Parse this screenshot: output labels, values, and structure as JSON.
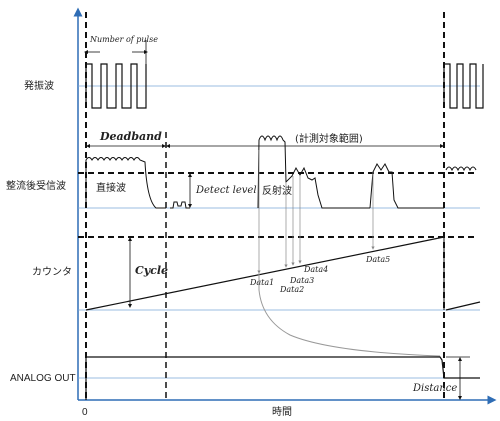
{
  "labels": {
    "oscillation": "発振波",
    "rectified": "整流後受信波",
    "counter": "カウンタ",
    "analog_out": "ANALOG OUT",
    "time_axis": "時間",
    "origin": "0"
  },
  "annotations": {
    "number_of_pulse": "Number of pulse",
    "deadband": "Deadband",
    "measurement_range": "(計測対象範囲)",
    "direct_wave": "直接波",
    "detect_level": "Detect level",
    "reflected_wave": "反射波",
    "cycle": "Cycle",
    "distance": "Distance"
  },
  "data_points": [
    "Data1",
    "Data2",
    "Data3",
    "Data4",
    "Data5"
  ],
  "colors": {
    "axis": "#2f6db5",
    "baseline": "#7aa6d6",
    "line": "#111111",
    "curve": "#999999"
  }
}
